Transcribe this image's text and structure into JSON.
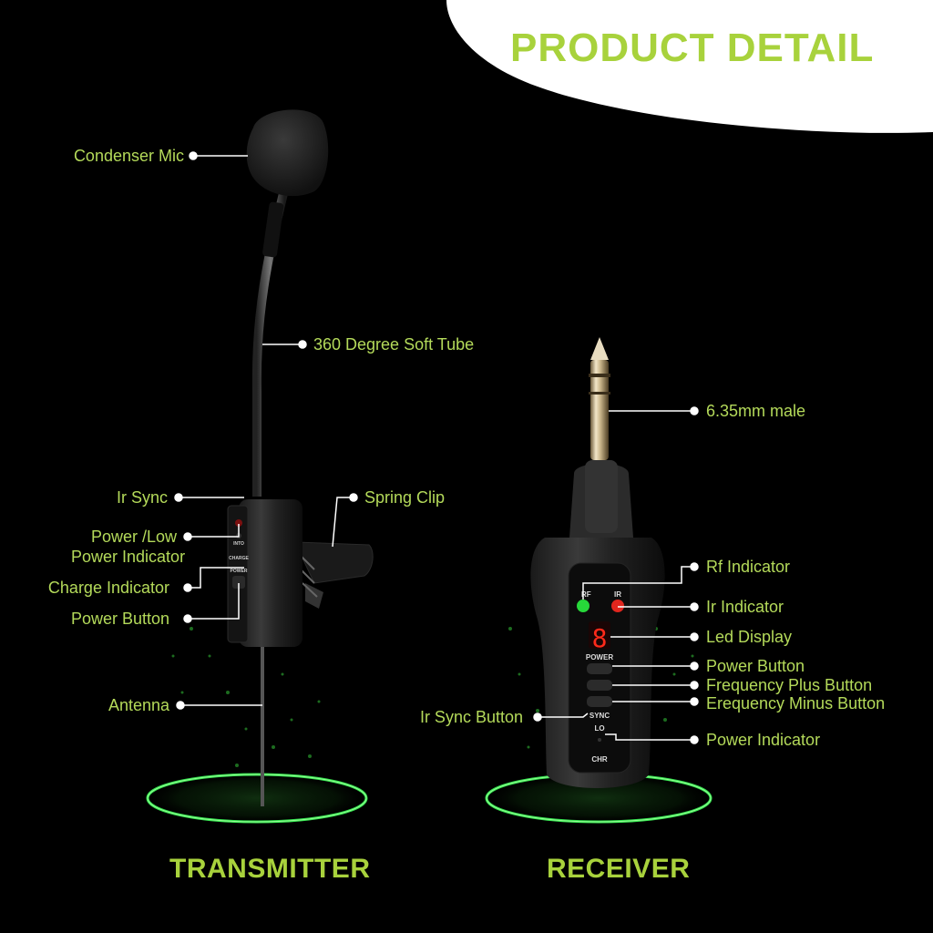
{
  "header": {
    "title": "PRODUCT DETAIL"
  },
  "transmitter": {
    "caption": "TRANSMITTER",
    "labels": {
      "condenser_mic": "Condenser Mic",
      "soft_tube": "360 Degree Soft Tube",
      "ir_sync": "Ir Sync",
      "power_low_1": "Power /Low",
      "power_low_2": "Power Indicator",
      "charge_indicator": "Charge Indicator",
      "power_button": "Power Button",
      "spring_clip": "Spring Clip",
      "antenna": "Antenna"
    },
    "device_text": {
      "into": "INTO",
      "charge": "CHARGE",
      "power": "POWER"
    }
  },
  "receiver": {
    "caption": "RECEIVER",
    "labels": {
      "male_jack": "6.35mm male",
      "rf_indicator": "Rf Indicator",
      "ir_indicator": "Ir Indicator",
      "led_display": "Led Display",
      "power_button": "Power Button",
      "freq_plus": "Frequency Plus Button",
      "freq_minus": "Erequency Minus Button",
      "ir_sync_button": "Ir Sync Button",
      "power_indicator": "Power Indicator"
    },
    "device_text": {
      "rf": "RF",
      "ir": "IR",
      "display": "8",
      "power": "POWER",
      "sync": "SYNC",
      "lo": "LO",
      "chr": "CHR"
    }
  },
  "colors": {
    "accent": "#a8d23c",
    "label": "#b4da5a",
    "glow": "#3cff5a"
  }
}
